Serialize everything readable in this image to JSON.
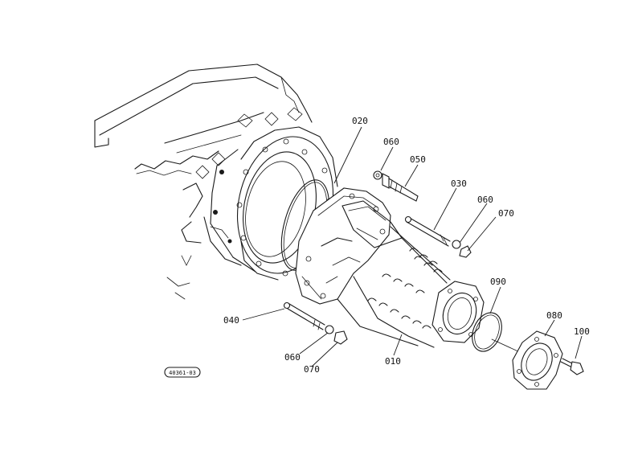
{
  "diagram": {
    "part_labels": {
      "p010": "010",
      "p020": "020",
      "p030": "030",
      "p040": "040",
      "p050": "050",
      "p060a": "060",
      "p060b": "060",
      "p060c": "060",
      "p070a": "070",
      "p070b": "070",
      "p080": "080",
      "p090": "090",
      "p100": "100"
    },
    "reference_code": "40361-03"
  }
}
